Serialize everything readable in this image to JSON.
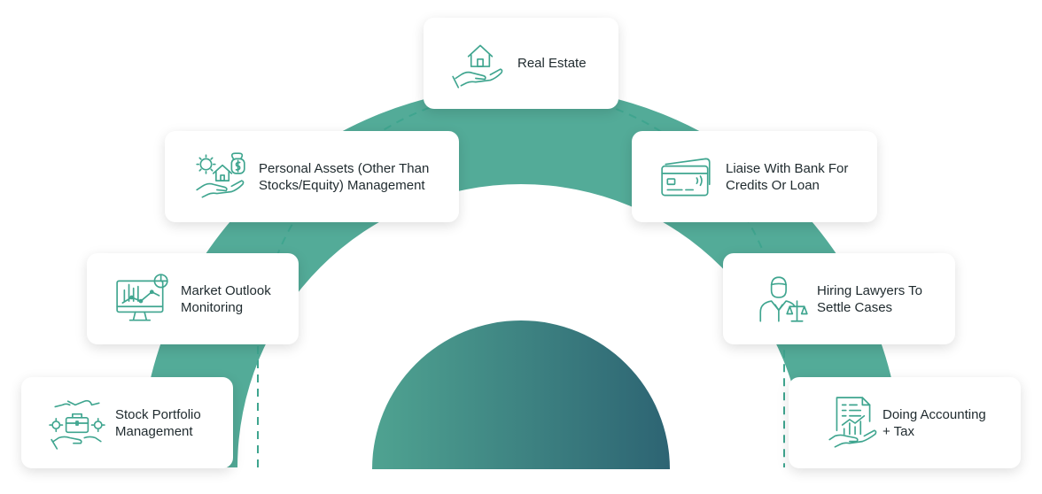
{
  "services": [
    {
      "id": "real-estate",
      "label": "Real Estate",
      "icon": "house-in-hand-icon"
    },
    {
      "id": "personal-assets",
      "label": "Personal Assets (Other Than\nStocks/Equity) Management",
      "icon": "assets-in-hand-icon"
    },
    {
      "id": "bank-liaison",
      "label": "Liaise With Bank For\nCredits Or Loan",
      "icon": "credit-card-icon"
    },
    {
      "id": "market-outlook",
      "label": "Market Outlook\nMonitoring",
      "icon": "monitor-chart-icon"
    },
    {
      "id": "hiring-lawyers",
      "label": "Hiring Lawyers To\nSettle Cases",
      "icon": "lawyer-scales-icon"
    },
    {
      "id": "stock-portfolio",
      "label": "Stock Portfolio\nManagement",
      "icon": "briefcase-gears-icon"
    },
    {
      "id": "accounting-tax",
      "label": "Doing Accounting\n+ Tax",
      "icon": "accounting-document-icon"
    }
  ],
  "colors": {
    "ring": "#53ab98",
    "dashed": "#3fa58f",
    "core_start": "#4fa391",
    "core_end": "#2d6473",
    "icon": "#3fa58f"
  }
}
